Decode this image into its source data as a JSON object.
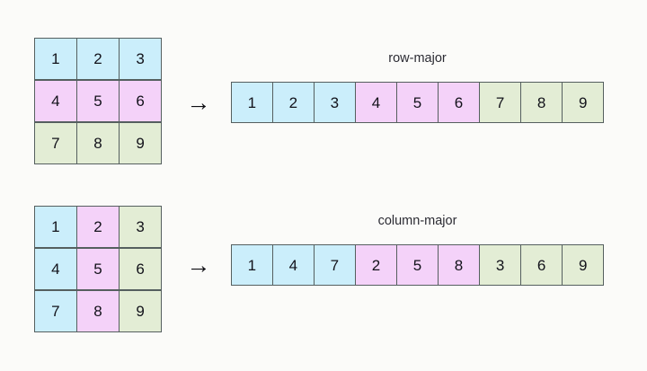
{
  "colors": {
    "background": "#fbfbf9",
    "border": "#555f5f",
    "blue": "#cbeefb",
    "pink": "#f4d2f9",
    "green": "#e3edd5",
    "text": "#12121a",
    "caption": "#2b2b33"
  },
  "diagram": {
    "arrow_glyph": "→",
    "row_major": {
      "caption": "row-major",
      "matrix": {
        "rows": [
          [
            {
              "value": "1",
              "color": "blue"
            },
            {
              "value": "2",
              "color": "blue"
            },
            {
              "value": "3",
              "color": "blue"
            }
          ],
          [
            {
              "value": "4",
              "color": "pink"
            },
            {
              "value": "5",
              "color": "pink"
            },
            {
              "value": "6",
              "color": "pink"
            }
          ],
          [
            {
              "value": "7",
              "color": "green"
            },
            {
              "value": "8",
              "color": "green"
            },
            {
              "value": "9",
              "color": "green"
            }
          ]
        ]
      },
      "array": [
        {
          "value": "1",
          "color": "blue"
        },
        {
          "value": "2",
          "color": "blue"
        },
        {
          "value": "3",
          "color": "blue"
        },
        {
          "value": "4",
          "color": "pink"
        },
        {
          "value": "5",
          "color": "pink"
        },
        {
          "value": "6",
          "color": "pink"
        },
        {
          "value": "7",
          "color": "green"
        },
        {
          "value": "8",
          "color": "green"
        },
        {
          "value": "9",
          "color": "green"
        }
      ]
    },
    "column_major": {
      "caption": "column-major",
      "matrix": {
        "rows": [
          [
            {
              "value": "1",
              "color": "blue"
            },
            {
              "value": "2",
              "color": "pink"
            },
            {
              "value": "3",
              "color": "green"
            }
          ],
          [
            {
              "value": "4",
              "color": "blue"
            },
            {
              "value": "5",
              "color": "pink"
            },
            {
              "value": "6",
              "color": "green"
            }
          ],
          [
            {
              "value": "7",
              "color": "blue"
            },
            {
              "value": "8",
              "color": "pink"
            },
            {
              "value": "9",
              "color": "green"
            }
          ]
        ]
      },
      "array": [
        {
          "value": "1",
          "color": "blue"
        },
        {
          "value": "4",
          "color": "blue"
        },
        {
          "value": "7",
          "color": "blue"
        },
        {
          "value": "2",
          "color": "pink"
        },
        {
          "value": "5",
          "color": "pink"
        },
        {
          "value": "8",
          "color": "pink"
        },
        {
          "value": "3",
          "color": "green"
        },
        {
          "value": "6",
          "color": "green"
        },
        {
          "value": "9",
          "color": "green"
        }
      ]
    }
  }
}
